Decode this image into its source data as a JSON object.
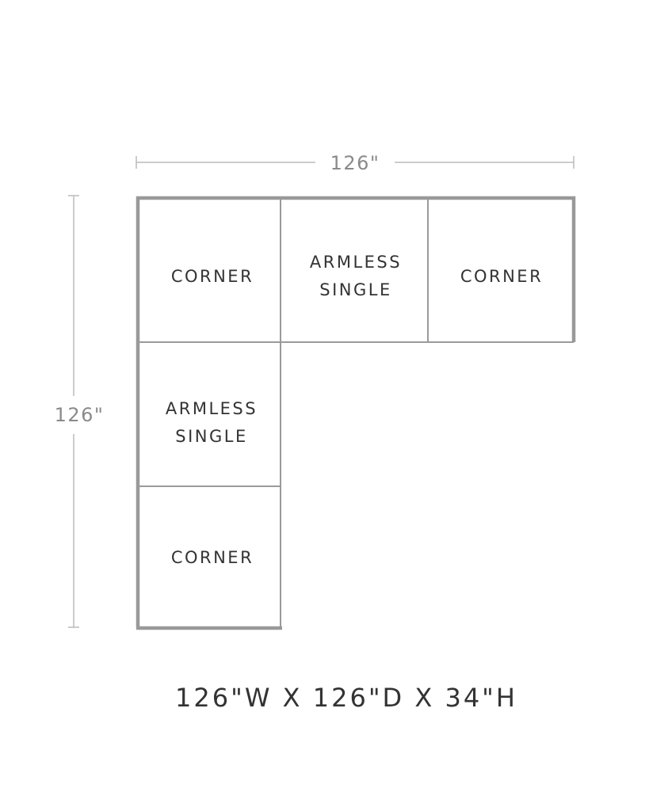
{
  "dimensions": {
    "width_label": "126\"",
    "depth_label": "126\""
  },
  "pieces": [
    {
      "name": "corner-top-left",
      "lines": [
        "CORNER"
      ]
    },
    {
      "name": "armless-single-top",
      "lines": [
        "ARMLESS",
        "SINGLE"
      ]
    },
    {
      "name": "corner-top-right",
      "lines": [
        "CORNER"
      ]
    },
    {
      "name": "armless-single-left",
      "lines": [
        "ARMLESS",
        "SINGLE"
      ]
    },
    {
      "name": "corner-bottom-left",
      "lines": [
        "CORNER"
      ]
    }
  ],
  "overall": "126\"W X 126\"D X 34\"H",
  "colors": {
    "outline": "#999999",
    "text": "#333333",
    "dimension": "#8a8a8a"
  }
}
